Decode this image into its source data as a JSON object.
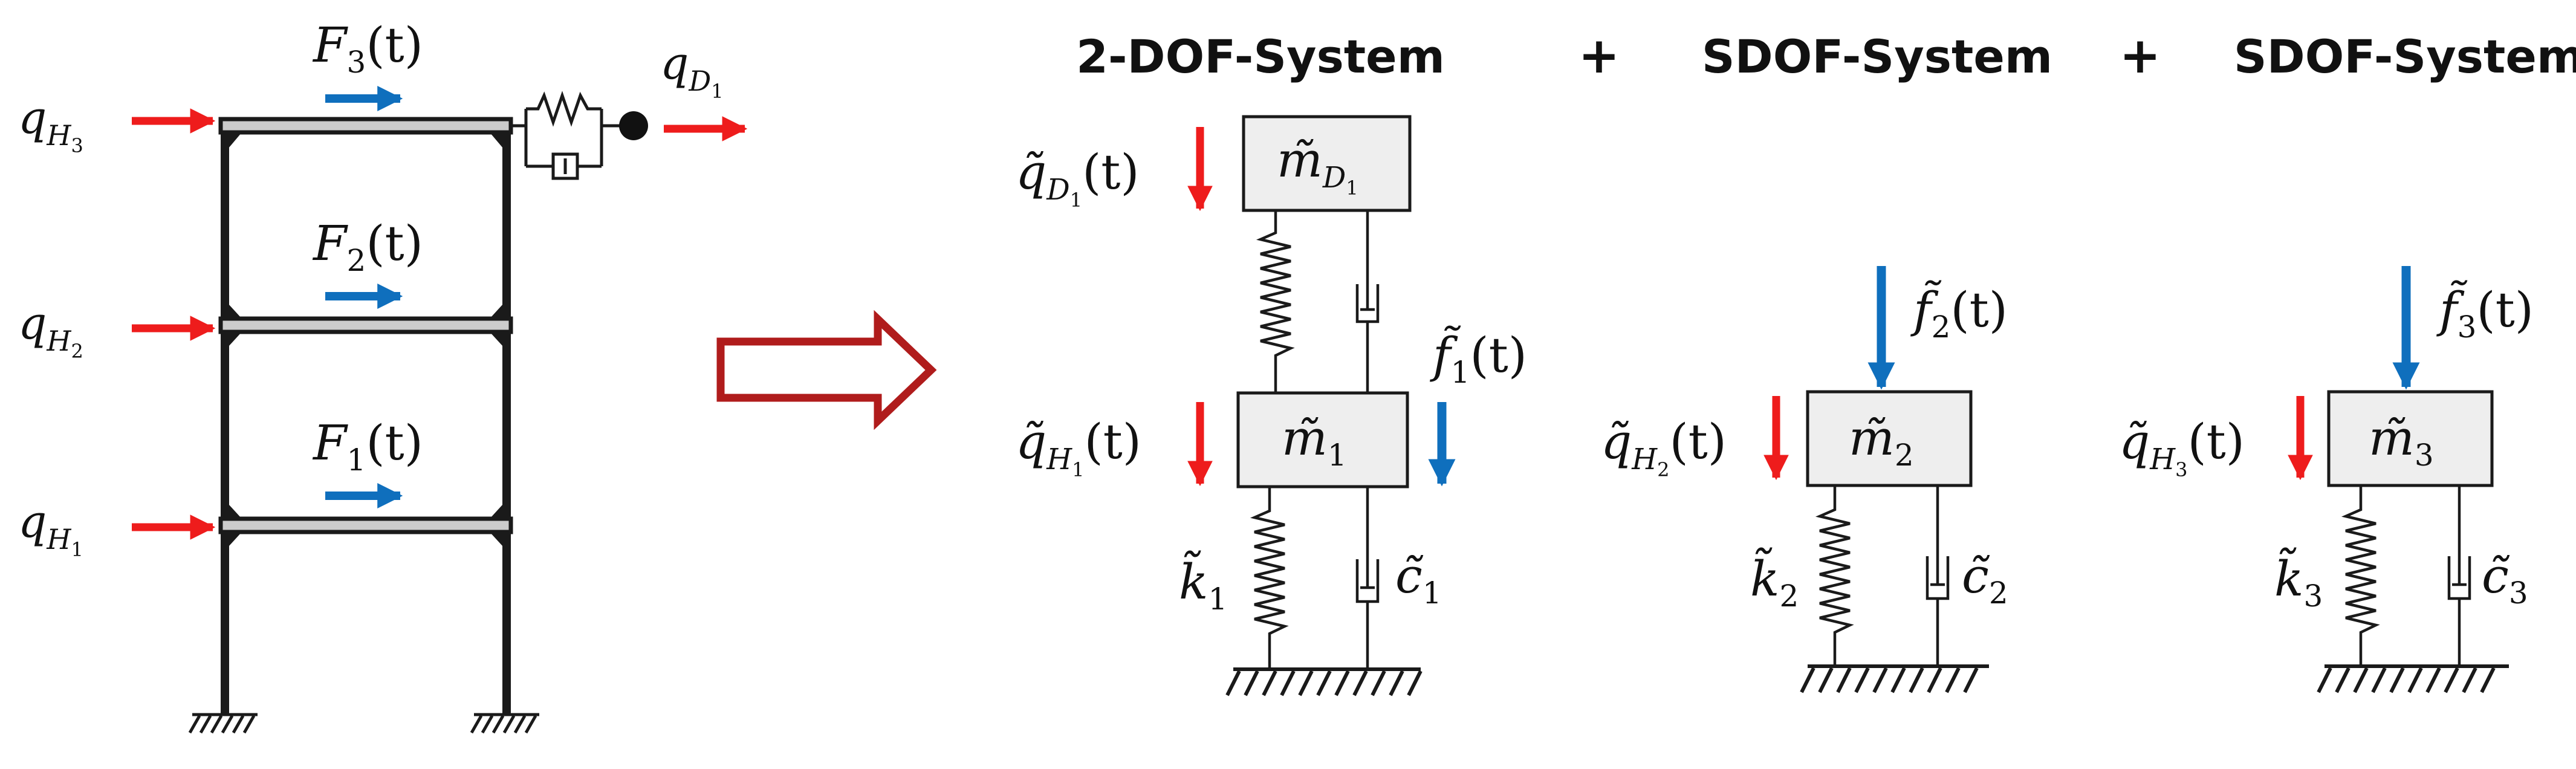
{
  "colors": {
    "red_arrow": "#ee1c1c",
    "blue_arrow": "#0f6fbd",
    "transform_arrow": "#b01c1c",
    "frame": "#1a1a1a",
    "mass_fill": "#eeeeee",
    "floor_fill": "#cccccc"
  },
  "headings": {
    "two_dof": "2-DOF-System",
    "plus_1": "+",
    "sdof_a": "SDOF-System",
    "plus_2": "+",
    "sdof_b": "SDOF-System"
  },
  "frame_labels": {
    "q_h3": {
      "base": "q",
      "sub": "H",
      "subsub": "3"
    },
    "q_h2": {
      "base": "q",
      "sub": "H",
      "subsub": "2"
    },
    "q_h1": {
      "base": "q",
      "sub": "H",
      "subsub": "1"
    },
    "q_d1": {
      "base": "q",
      "sub": "D",
      "subsub": "1"
    },
    "f3": {
      "base": "F",
      "sub": "3",
      "arg": "(t)"
    },
    "f2": {
      "base": "F",
      "sub": "2",
      "arg": "(t)"
    },
    "f1": {
      "base": "F",
      "sub": "1",
      "arg": "(t)"
    }
  },
  "system_labels": {
    "q_d1_t": {
      "base": "q̃",
      "sub": "D",
      "subsub": "1",
      "arg": "(t)"
    },
    "m_d1": {
      "base": "m̃",
      "sub": "D",
      "subsub": "1"
    },
    "q_h1_t": {
      "base": "q̃",
      "sub": "H",
      "subsub": "1",
      "arg": "(t)"
    },
    "m1": {
      "base": "m̃",
      "sub": "1"
    },
    "f1_t": {
      "base": "f̃",
      "sub": "1",
      "arg": "(t)"
    },
    "k1": {
      "base": "k̃",
      "sub": "1"
    },
    "c1": {
      "base": "c̃",
      "sub": "1"
    },
    "q_h2_t": {
      "base": "q̃",
      "sub": "H",
      "subsub": "2",
      "arg": "(t)"
    },
    "m2": {
      "base": "m̃",
      "sub": "2"
    },
    "f2_t": {
      "base": "f̃",
      "sub": "2",
      "arg": "(t)"
    },
    "k2": {
      "base": "k̃",
      "sub": "2"
    },
    "c2": {
      "base": "c̃",
      "sub": "2"
    },
    "q_h3_t": {
      "base": "q̃",
      "sub": "H",
      "subsub": "3",
      "arg": "(t)"
    },
    "m3": {
      "base": "m̃",
      "sub": "3"
    },
    "f3_t": {
      "base": "f̃",
      "sub": "3",
      "arg": "(t)"
    },
    "k3": {
      "base": "k̃",
      "sub": "3"
    },
    "c3": {
      "base": "c̃",
      "sub": "3"
    }
  }
}
